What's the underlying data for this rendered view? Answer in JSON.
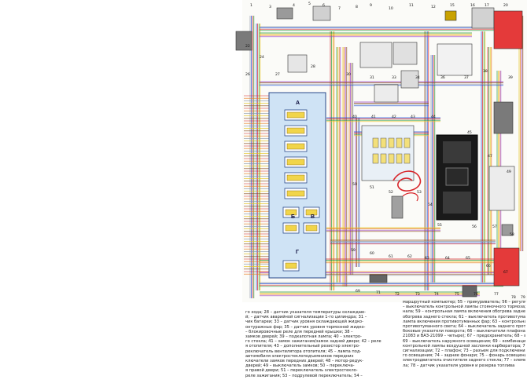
{
  "block_labels": {
    "a": "А",
    "b": "Б",
    "v": "В",
    "g": "Г"
  },
  "markers": [
    "1",
    "3",
    "4",
    "5",
    "6",
    "7",
    "8",
    "9",
    "10",
    "11",
    "12",
    "15",
    "16",
    "17",
    "20",
    "22",
    "24",
    "26",
    "27",
    "28",
    "30",
    "31",
    "33",
    "34",
    "36",
    "37",
    "38",
    "39",
    "40",
    "41",
    "42",
    "43",
    "44",
    "45",
    "47",
    "49",
    "50",
    "51",
    "52",
    "53",
    "54",
    "55",
    "56",
    "57",
    "58",
    "59",
    "60",
    "61",
    "62",
    "63",
    "64",
    "65",
    "66",
    "67",
    "69",
    "71",
    "72",
    "73",
    "74",
    "75",
    "76",
    "77",
    "78",
    "79"
  ],
  "caption_left": [
    "го хода; 28 – датчик указателя температуры охлаждаю-",
    "й; – датчик аварийной сигнализации 1-го цилиндра; 31 –",
    "чик батареи; 33 – датчик уровня охлаждающей жидко-",
    "онтуражных фар; 35 – датчик уровня тормозной жидко-",
    "– блокировочные реле для передней крышки; 38 –",
    "замков дверей; 39 – подкапотная лампа; 40 – электро-",
    "го стекла; 41 – замок зажигания/замок задней двери; 42 – реле",
    "я отопителя; 43 – дополнительный резистор электро-",
    "реключатель вентилятора отопителя; 45 – лампа под-",
    "автомобиля электростеклоподъемников передних",
    "ключатели замков передних дверей; 48 – мотор-редук-",
    "дверей; 49 – выключатель замков; 50 – переключа-",
    "я правой двери; 51 – переключатель электростекло-",
    "реле зажигания; 53 – подрулевой переключатель; 54 –"
  ],
  "caption_right": [
    "маршрутный компьютер; 55 – прикуриватель; 56 – регулятор освещения приборов; 57",
    "– выключатель контрольной лампы стояночного тормоза; 58 – выключатель стоп-сиг-",
    "нала; 59 – контрольная лампа включения обогрева заднего стекла; 60 – выключатель",
    "обогрева заднего стекла; 61 – выключатель противотуманных фар; 62 – контрольная",
    "лампа включения противотуманных фар; 63 – контрольная лампа включения заднего",
    "противотуманного света; 64 – выключатель заднего противотуманного света; 65 –",
    "боковые указатели поворота; 66 – выключатели плафона на стойках дверей (на ВАЗ-",
    "21083 и ВАЗ-21099 – четыре); 67 – предохранитель; 68 – выключатель плафона;",
    "69 – выключатель наружного освещения; 69 – комбинация приборов; 70 – выключатель",
    "контрольной лампы воздушной заслонки карбюратора; 71 – выключатель аварийной",
    "сигнализации; 72 – плафон; 73 – разъем для подключения фонаря кондиционера/",
    "го освещения; 74 – задние фонари; 75 – фонарь освещения номерного знака; 76 –",
    "электродвигатель очистителя заднего стекла; 77 – элемент обогрева заднего стек-",
    "ла; 78 – датчик указателя уровня и резерва топлива"
  ],
  "colors": {
    "wire_gray": "#8a96a6",
    "wire_blue": "#1f4fd8",
    "wire_red": "#d8262b",
    "wire_green": "#2a9a3a",
    "wire_yellow": "#e4c21a",
    "wire_orange": "#e97b1c",
    "wire_violet": "#9a3fc2",
    "wire_brown": "#8a4a1c",
    "block_fill": "#cfe3f5",
    "block_stroke": "#2a4a8a",
    "lamp_red": "#e43a3a",
    "fuse_yellow": "#f3e07a"
  }
}
